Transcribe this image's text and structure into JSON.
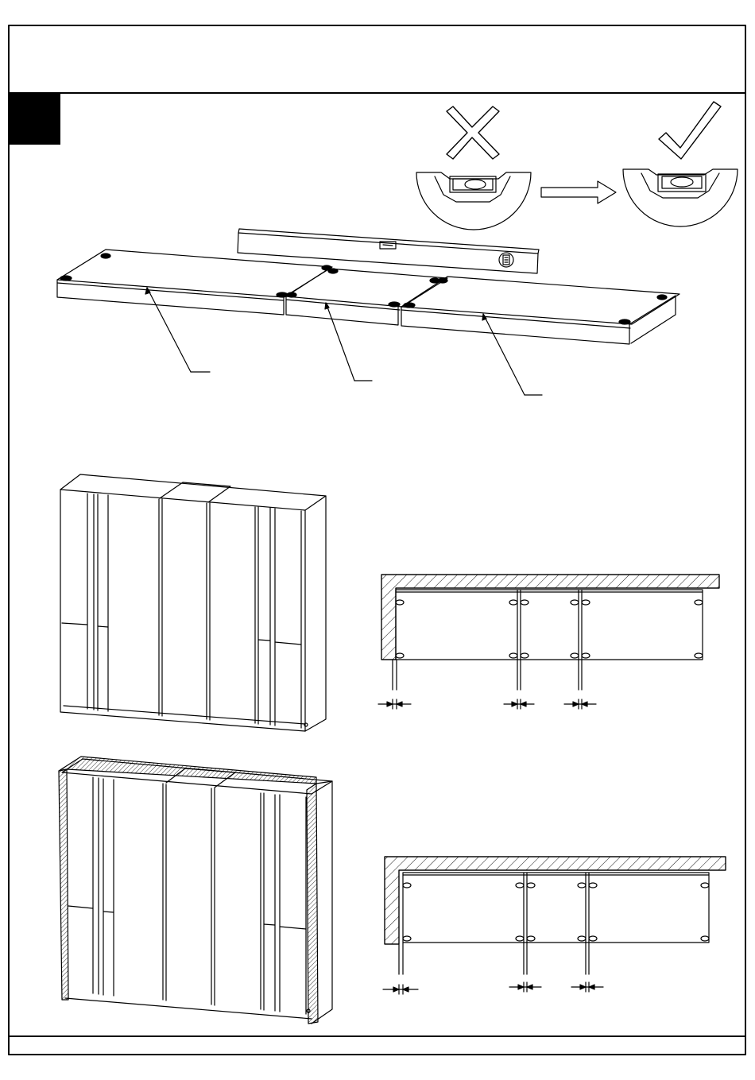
{
  "page": {
    "step_marker_color": "#000000",
    "line_color": "#000000",
    "background": "#ffffff"
  },
  "level_check": {
    "wrong_icon": "cross-mark-icon",
    "correct_icon": "check-mark-icon",
    "transition_icon": "right-arrow-icon",
    "tool_icon": "spirit-level-icon"
  },
  "callouts": {
    "count": 3
  },
  "views": {
    "wardrobe_before": "wardrobe-without-frame",
    "wardrobe_after": "wardrobe-with-frame-strips",
    "section_before": "top-view-section-gaps",
    "section_after": "top-view-section-gaps-framed"
  }
}
